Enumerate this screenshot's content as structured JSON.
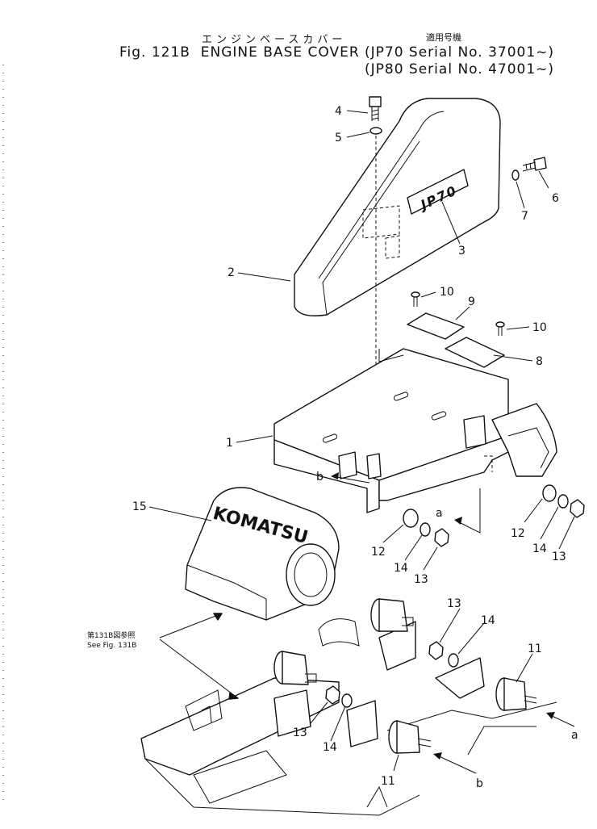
{
  "header": {
    "jp_title": "エンジンベースカバー",
    "fig_title": "Fig. 121B  ENGINE BASE COVER",
    "applicable_label": "適用号機",
    "serial_1": "(JP70 Serial No. 37001~)",
    "serial_2": "(JP80 Serial No. 47001~)"
  },
  "cover_badge": "JP70",
  "engine_brand": "KOMATSU",
  "reference": {
    "jp": "第131B図参照",
    "en": "See Fig. 131B"
  },
  "callouts": {
    "c1": "1",
    "c2": "2",
    "c3": "3",
    "c4": "4",
    "c5": "5",
    "c6": "6",
    "c7": "7",
    "c8": "8",
    "c9": "9",
    "c10a": "10",
    "c10b": "10",
    "c11a": "11",
    "c11b": "11",
    "c12a": "12",
    "c12b": "12",
    "c13a": "13",
    "c13b": "13",
    "c13c": "13",
    "c13d": "13",
    "c14a": "14",
    "c14b": "14",
    "c14c": "14",
    "c14d": "14",
    "c15": "15"
  },
  "arrows": {
    "a_top": "a",
    "b_top": "b",
    "a_bottom": "a",
    "b_bottom": "b"
  }
}
